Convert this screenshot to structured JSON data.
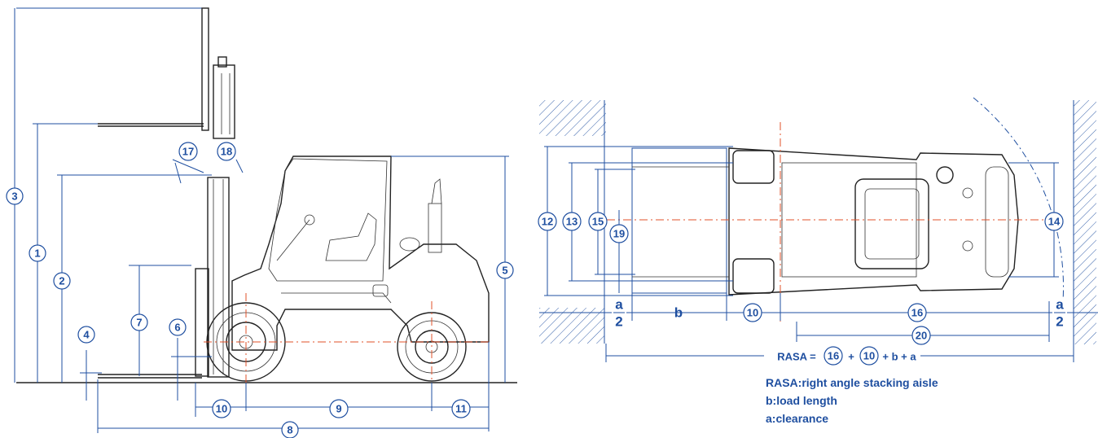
{
  "side_view": {
    "callouts": [
      "1",
      "2",
      "3",
      "4",
      "5",
      "6",
      "7",
      "8",
      "9",
      "10",
      "11",
      "17",
      "18"
    ]
  },
  "top_view": {
    "callouts": [
      "12",
      "13",
      "14",
      "15",
      "16",
      "19",
      "20",
      "10",
      "16",
      "10"
    ],
    "fraction_num": "a",
    "fraction_den": "2",
    "load_symbol": "b",
    "formula": {
      "lhs": "RASA =",
      "term1": "16",
      "plus1": "+",
      "term2": "10",
      "tail": "+ b  + a"
    }
  },
  "legend": [
    "RASA:right angle stacking aisle",
    "b:load length",
    "a:clearance"
  ],
  "colors": {
    "dimension_lines": "#1f4fa0",
    "center_lines": "#e0502a",
    "machine_outline": "#222222"
  }
}
